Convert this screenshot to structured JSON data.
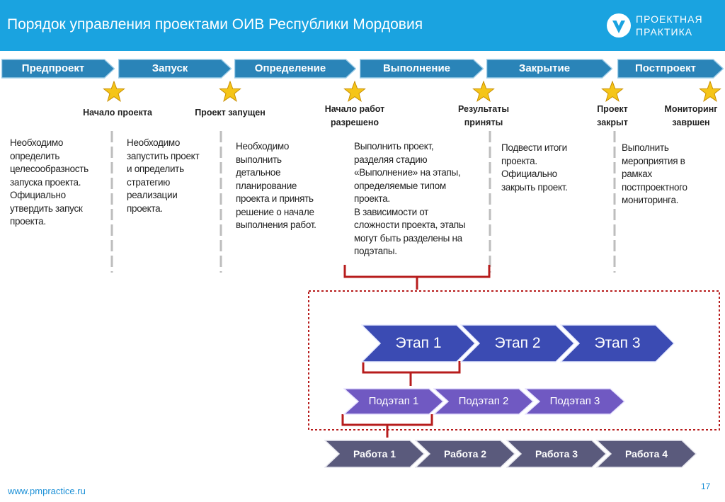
{
  "header": {
    "title": "Порядок управления проектами ОИВ Республики Мордовия",
    "logo_line1": "ПРОЕКТНАЯ",
    "logo_line2": "ПРАКТИКА"
  },
  "phases": [
    "Предпроект",
    "Запуск",
    "Определение",
    "Выполнение",
    "Закрытие",
    "Постпроект"
  ],
  "milestones": [
    [
      "Начало проекта"
    ],
    [
      "Проект запущен"
    ],
    [
      "Начало работ",
      "разрешено"
    ],
    [
      "Результаты",
      "приняты"
    ],
    [
      "Проект",
      "закрыт"
    ],
    [
      "Мониторинг",
      "завршен"
    ]
  ],
  "descriptions": [
    [
      "Необходимо",
      "определить",
      "целесообразность",
      "запуска проекта.",
      "Официально",
      "утвердить запуск",
      "проекта."
    ],
    [
      "Необходимо",
      "запустить проект",
      "и определить",
      "стратегию",
      "реализации",
      "проекта."
    ],
    [
      "Необходимо",
      "выполнить",
      "детальное",
      "планирование",
      "проекта и принять",
      "решение о начале",
      "выполнения работ."
    ],
    [
      "Выполнить проект,",
      "разделяя стадию",
      "«Выполнение» на этапы,",
      "определяемые типом",
      "проекта.",
      "В зависимости от",
      "сложности проекта, этапы",
      "могут быть разделены на",
      "подэтапы."
    ],
    [
      "Подвести итоги",
      "проекта.",
      "Официально",
      "закрыть проект."
    ],
    [
      "Выполнить",
      "мероприятия в",
      "рамках",
      "постпроектного",
      "мониторинга."
    ]
  ],
  "stages": [
    "Этап 1",
    "Этап 2",
    "Этап 3"
  ],
  "substages": [
    "Подэтап 1",
    "Подэтап 2",
    "Подэтап 3"
  ],
  "works": [
    "Работа 1",
    "Работа 2",
    "Работа 3",
    "Работа 4"
  ],
  "footer": {
    "url": "www.pmpractice.ru",
    "page": "17"
  },
  "colors": {
    "header": "#1aa3e0",
    "phase": "#2a84b8",
    "star": "#f5c518",
    "stage": "#3b4bb3",
    "substage": "#7059c2",
    "work": "#5a5a7c",
    "bracket": "#b71c1c",
    "divider": "#bdbdbd",
    "footer_text": "#1a8fd6"
  },
  "icons": [
    "star-icon",
    "logo-mark-icon"
  ]
}
